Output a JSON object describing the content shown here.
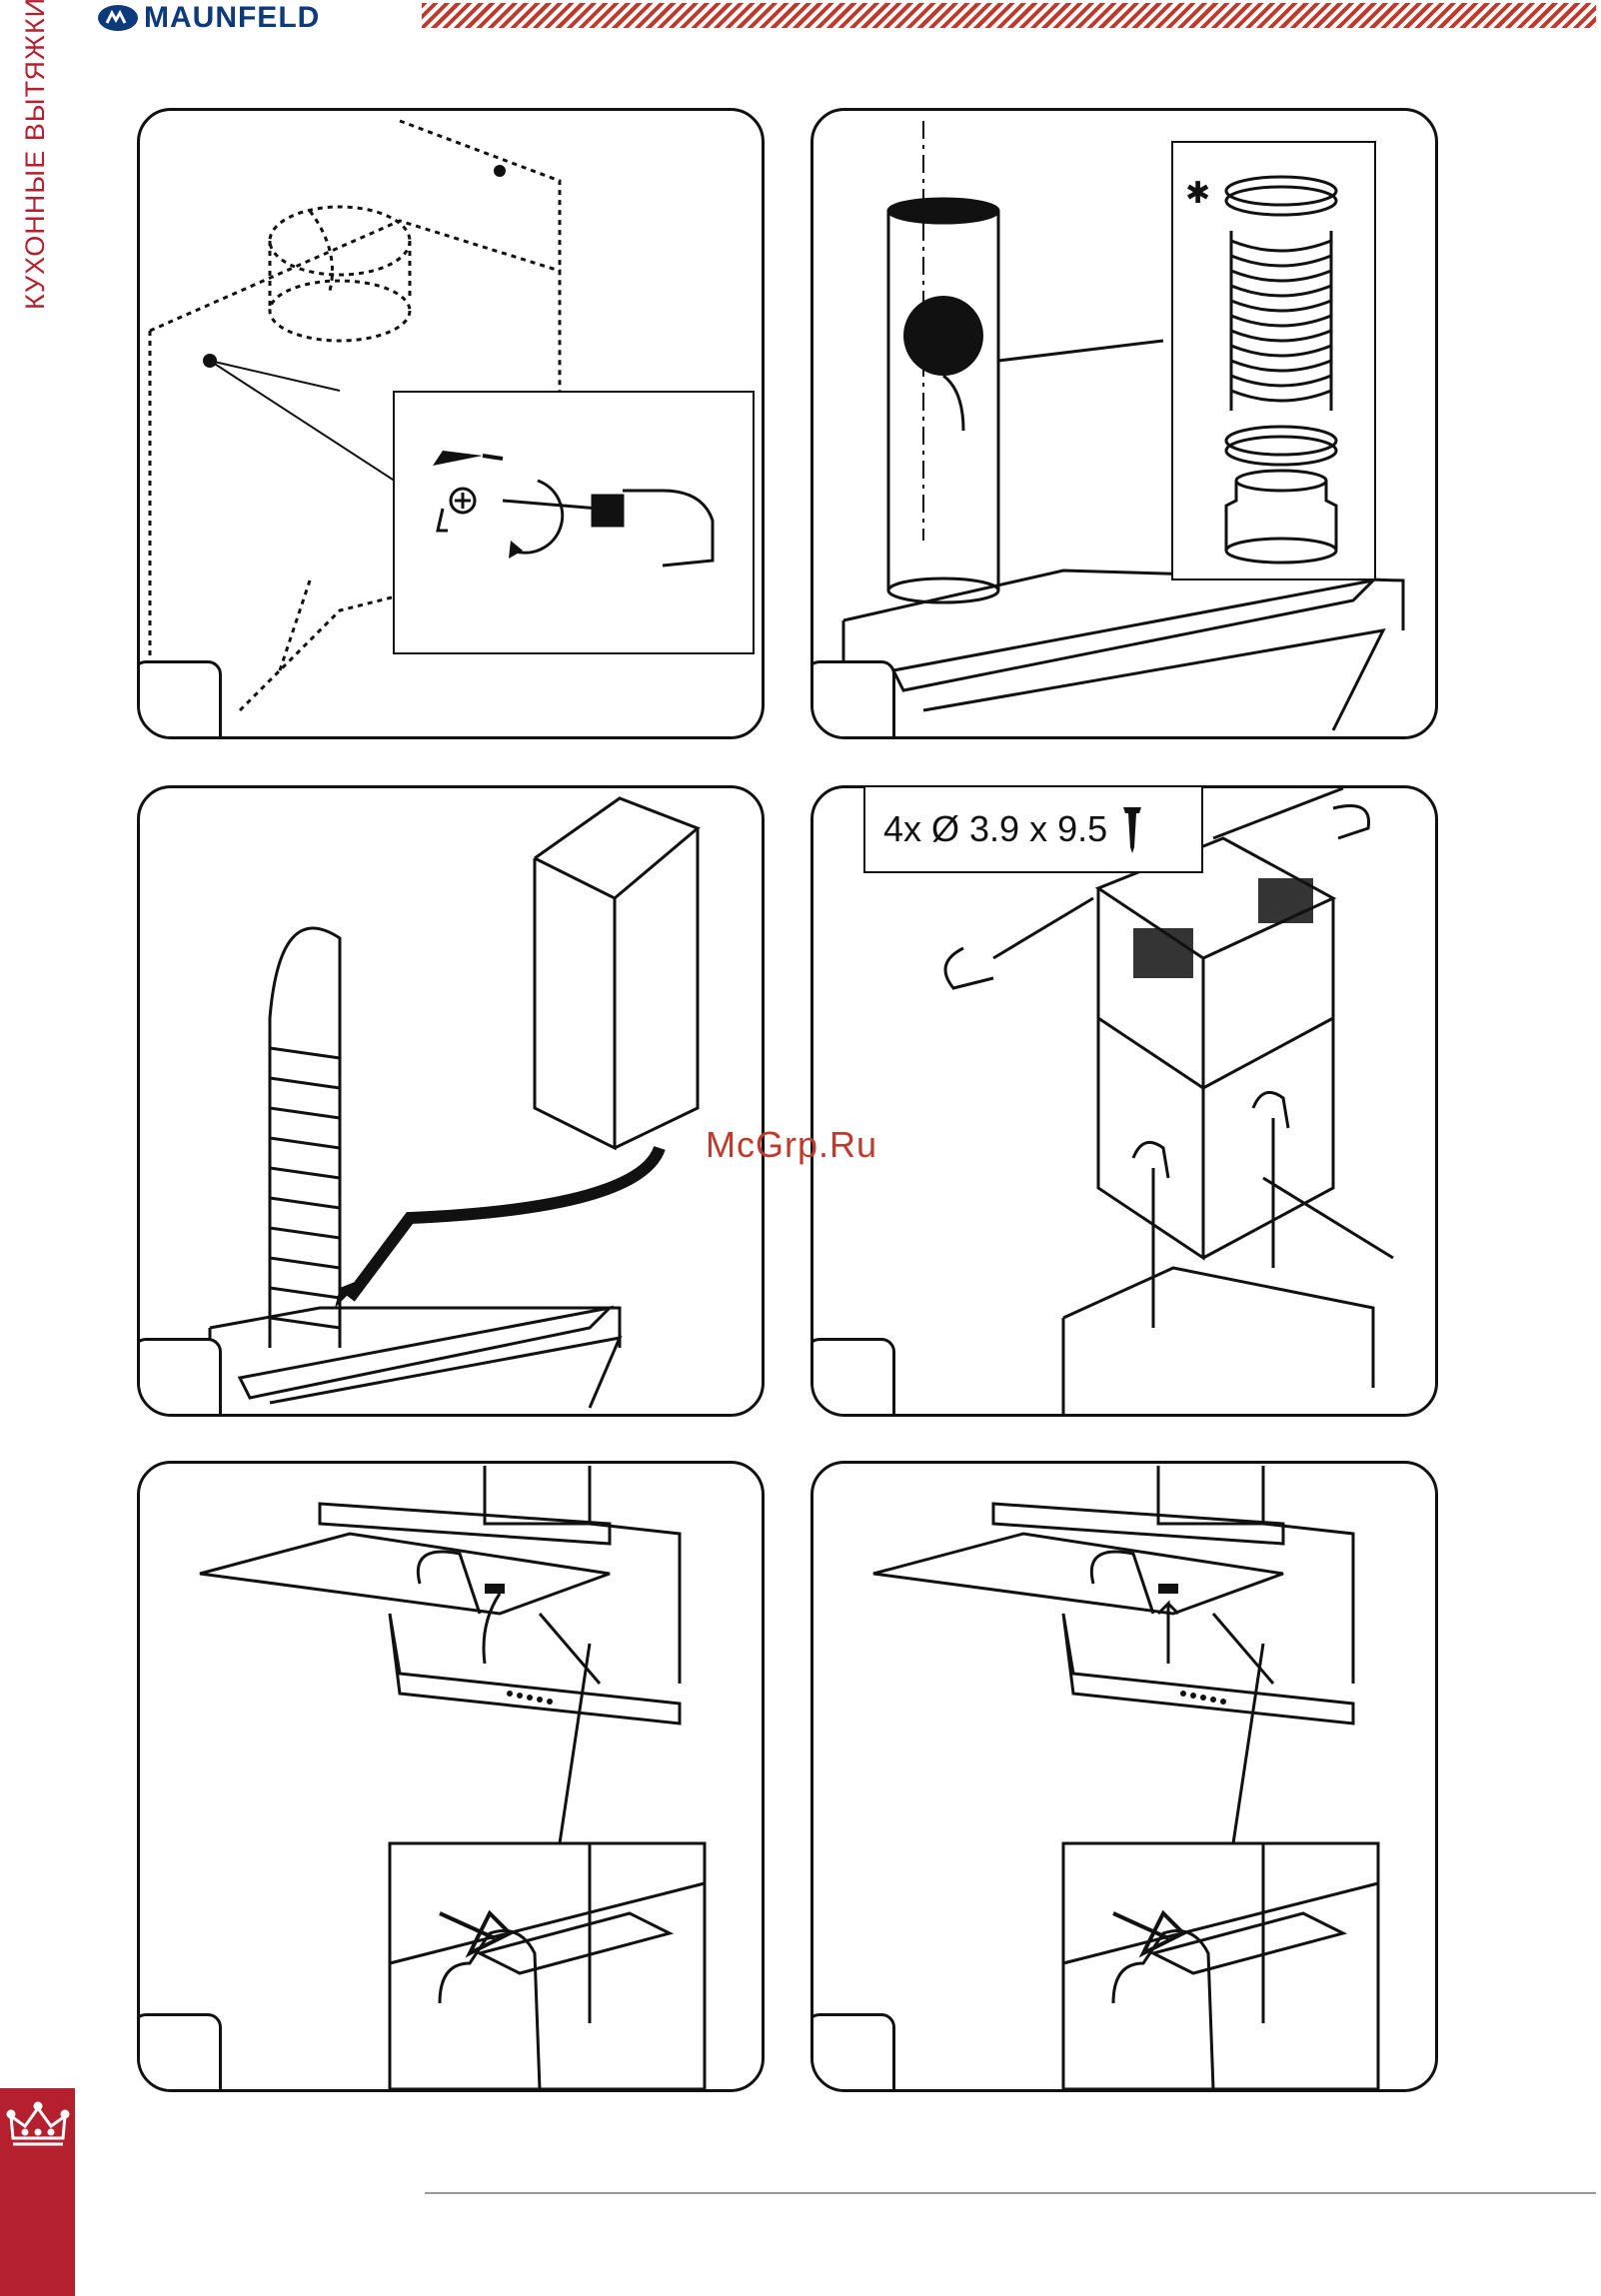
{
  "header": {
    "brand": "MAUNFELD",
    "brand_color": "#0d3a7a",
    "logo_icon": "maunfeld-logo-icon"
  },
  "sidebar": {
    "section_label": "КУХОННЫЕ ВЫТЯЖКИ",
    "accent_color": "#b5202e",
    "emblem_icon": "crown-emblem-icon"
  },
  "panels": {
    "step2": {
      "asterisk": "✱"
    },
    "step4": {
      "screw_spec": "4x Ø 3.9 x 9.5"
    }
  },
  "watermark": "McGrp.Ru"
}
